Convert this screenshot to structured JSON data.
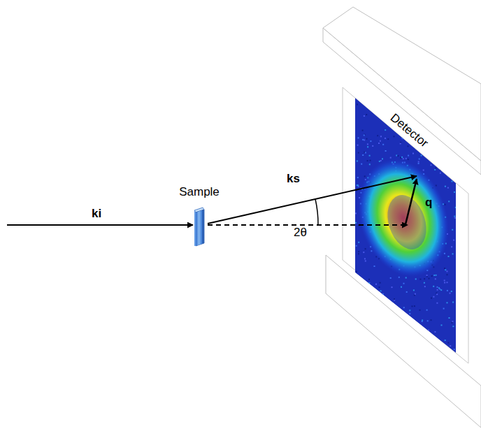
{
  "diagram": {
    "nodes": [
      {
        "text": [
          "Sample"
        ]
      },
      {
        "text": [
          "Detector"
        ]
      }
    ],
    "edges": [
      {
        "from": 0,
        "to": 1,
        "arrow": "to",
        "label": "ks"
      },
      {
        "from": 0,
        "to": 1,
        "arrow": "to"
      }
    ],
    "labels": [
      "ki",
      "2θ",
      "q"
    ]
  }
}
